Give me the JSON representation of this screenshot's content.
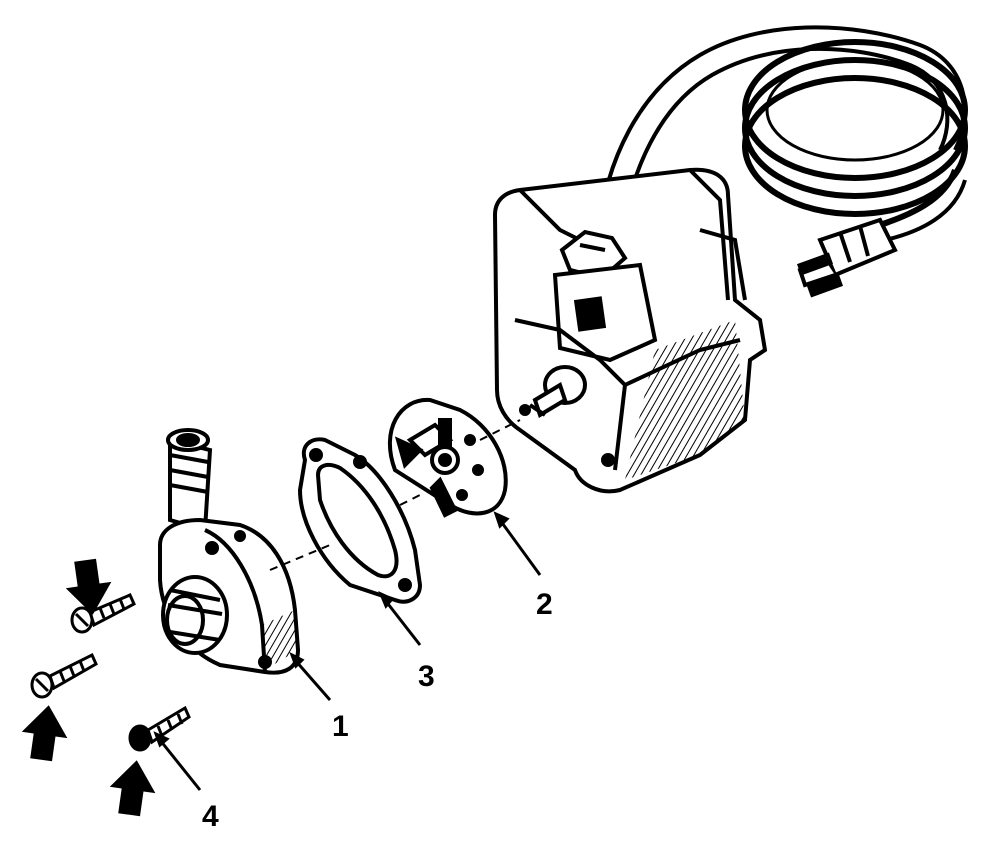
{
  "figure": {
    "callouts": [
      {
        "id": "housing",
        "label": "1"
      },
      {
        "id": "impeller",
        "label": "2"
      },
      {
        "id": "gasket",
        "label": "3"
      },
      {
        "id": "screws",
        "label": "4"
      }
    ],
    "icons": {
      "motor": "motor-icon",
      "cord": "power-cord-icon",
      "plug": "plug-icon",
      "impeller": "impeller-icon",
      "gasket": "gasket-icon",
      "housing": "pump-housing-icon",
      "screw": "screw-icon",
      "arrow": "arrow-icon"
    },
    "colors": {
      "ink": "#000000",
      "paper": "#ffffff"
    }
  }
}
